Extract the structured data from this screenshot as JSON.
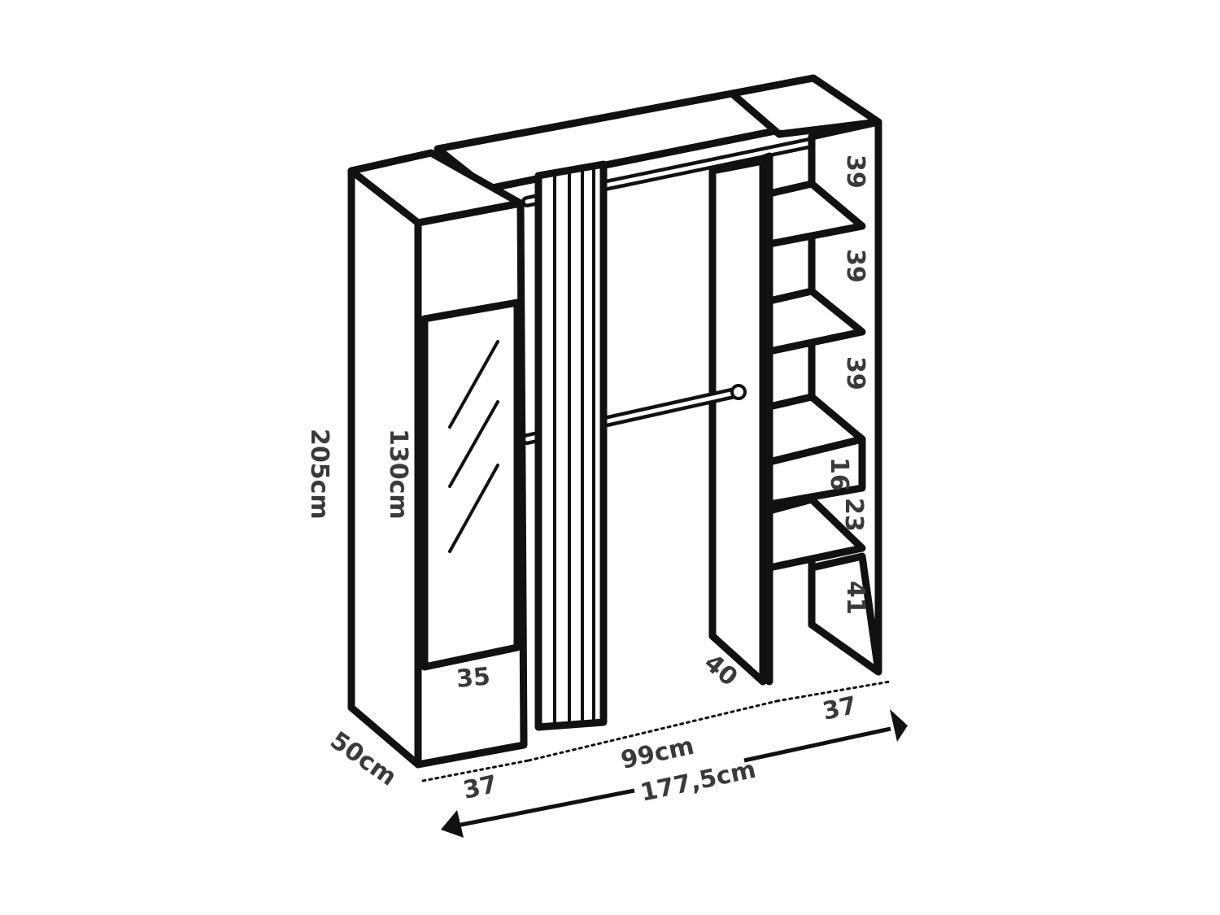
{
  "dimensions": {
    "height_total": "205cm",
    "mirror_height": "130cm",
    "depth": "50cm",
    "left_column_width": "35",
    "left_base_width": "37",
    "middle_width": "99cm",
    "right_base_width": "37",
    "total_width": "177,5cm",
    "middle_panel_depth": "40",
    "shelf_1": "39",
    "shelf_2": "39",
    "shelf_3": "39",
    "drawer": "16",
    "shelf_4": "23",
    "shelf_bottom": "41"
  }
}
